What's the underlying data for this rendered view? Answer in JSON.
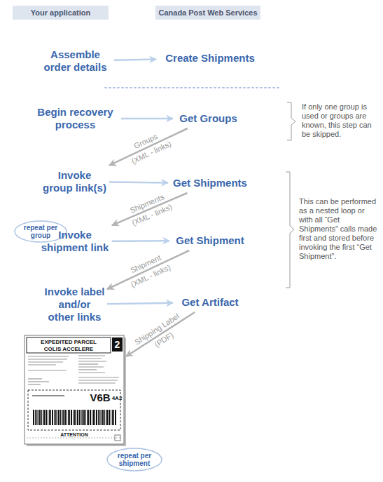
{
  "diagram": {
    "nodes": [
      {
        "text": [
          "Your application"
        ]
      },
      {
        "text": [
          "Canada Post Web Services"
        ]
      },
      {
        "text": [
          "Assemble order details"
        ]
      },
      {
        "text": [
          "Create Shipments"
        ]
      },
      {
        "text": [
          "Begin recovery process"
        ]
      },
      {
        "text": [
          "Get Groups"
        ]
      },
      {
        "text": [
          "Invoke group link(s)"
        ]
      },
      {
        "text": [
          "Get Shipments"
        ]
      },
      {
        "text": [
          "repeat per group"
        ]
      },
      {
        "text": [
          "Invoke shipment link"
        ]
      },
      {
        "text": [
          "Get Shipment"
        ]
      },
      {
        "text": [
          "Invoke label and/or other links"
        ]
      },
      {
        "text": [
          "Get Artifact"
        ]
      },
      {
        "text": [
          "EXPEDITED PARCEL COLIS ACCELERE",
          "2",
          "V6B",
          "4A2",
          "ATTENTION"
        ]
      },
      {
        "text": [
          "repeat per shipment"
        ]
      }
    ],
    "edges": [
      {
        "from": 2,
        "to": 3,
        "arrow": "to"
      },
      {
        "from": 4,
        "to": 5,
        "arrow": "to"
      },
      {
        "from": 5,
        "to": 6,
        "arrow": "to",
        "label": "Groups"
      },
      {
        "from": 6,
        "to": 7,
        "arrow": "to"
      },
      {
        "from": 7,
        "to": 9,
        "arrow": "to",
        "label": "Shipments"
      },
      {
        "from": 9,
        "to": 10,
        "arrow": "to"
      },
      {
        "from": 10,
        "to": 11,
        "arrow": "to",
        "label": "Shipment"
      },
      {
        "from": 11,
        "to": 12,
        "arrow": "to"
      },
      {
        "from": 12,
        "to": 13,
        "arrow": "to",
        "label": "Shipping Label"
      }
    ],
    "labels": [
      "If only one group is used or groups are known, this step can be skipped.",
      "(XML - links)",
      "This can be performed as a nested loop or with all “Get Shipments” calls made first and stored before invoking the first “Get Shipment”.",
      "(XML - links)",
      "(XML - links)",
      "(PDF)"
    ]
  }
}
